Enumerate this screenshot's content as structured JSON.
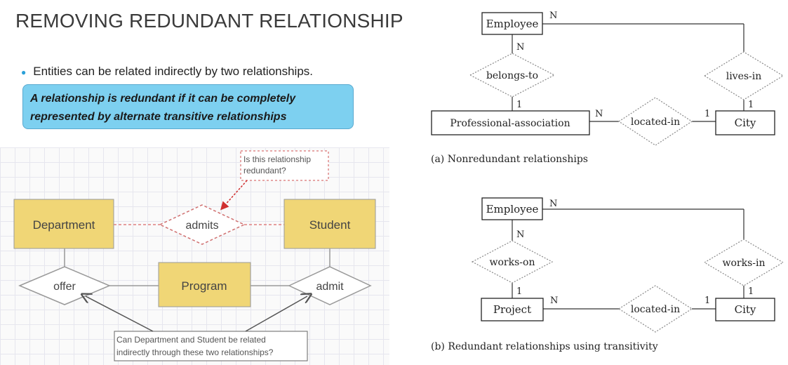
{
  "title": "REMOVING REDUNDANT RELATIONSHIP",
  "bullet": "Entities can be related indirectly by two relationships.",
  "callout": {
    "line1": "A relationship is redundant if it can be completely",
    "line2": "represented by alternate transitive relationships"
  },
  "left_diagram": {
    "entities": [
      "Department",
      "Student",
      "Program"
    ],
    "relationships": [
      "admits",
      "offer",
      "admit"
    ],
    "note_top": {
      "line1": "Is this relationship",
      "line2": "redundant?"
    },
    "note_bottom": {
      "line1": "Can Department and Student be related",
      "line2": "indirectly through these two relationships?"
    }
  },
  "diagram_a": {
    "entities": {
      "employee": "Employee",
      "prof_assoc": "Professional-association",
      "city": "City"
    },
    "relationships": {
      "belongs_to": "belongs-to",
      "lives_in": "lives-in",
      "located_in": "located-in"
    },
    "cardinalities": [
      "N",
      "N",
      "1",
      "1",
      "N",
      "1"
    ],
    "caption": "(a) Nonredundant relationships"
  },
  "diagram_b": {
    "entities": {
      "employee": "Employee",
      "project": "Project",
      "city": "City"
    },
    "relationships": {
      "works_on": "works-on",
      "works_in": "works-in",
      "located_in": "located-in"
    },
    "cardinalities": [
      "N",
      "N",
      "1",
      "1",
      "N",
      "1"
    ],
    "caption": "(b) Redundant relationships using transitivity"
  }
}
